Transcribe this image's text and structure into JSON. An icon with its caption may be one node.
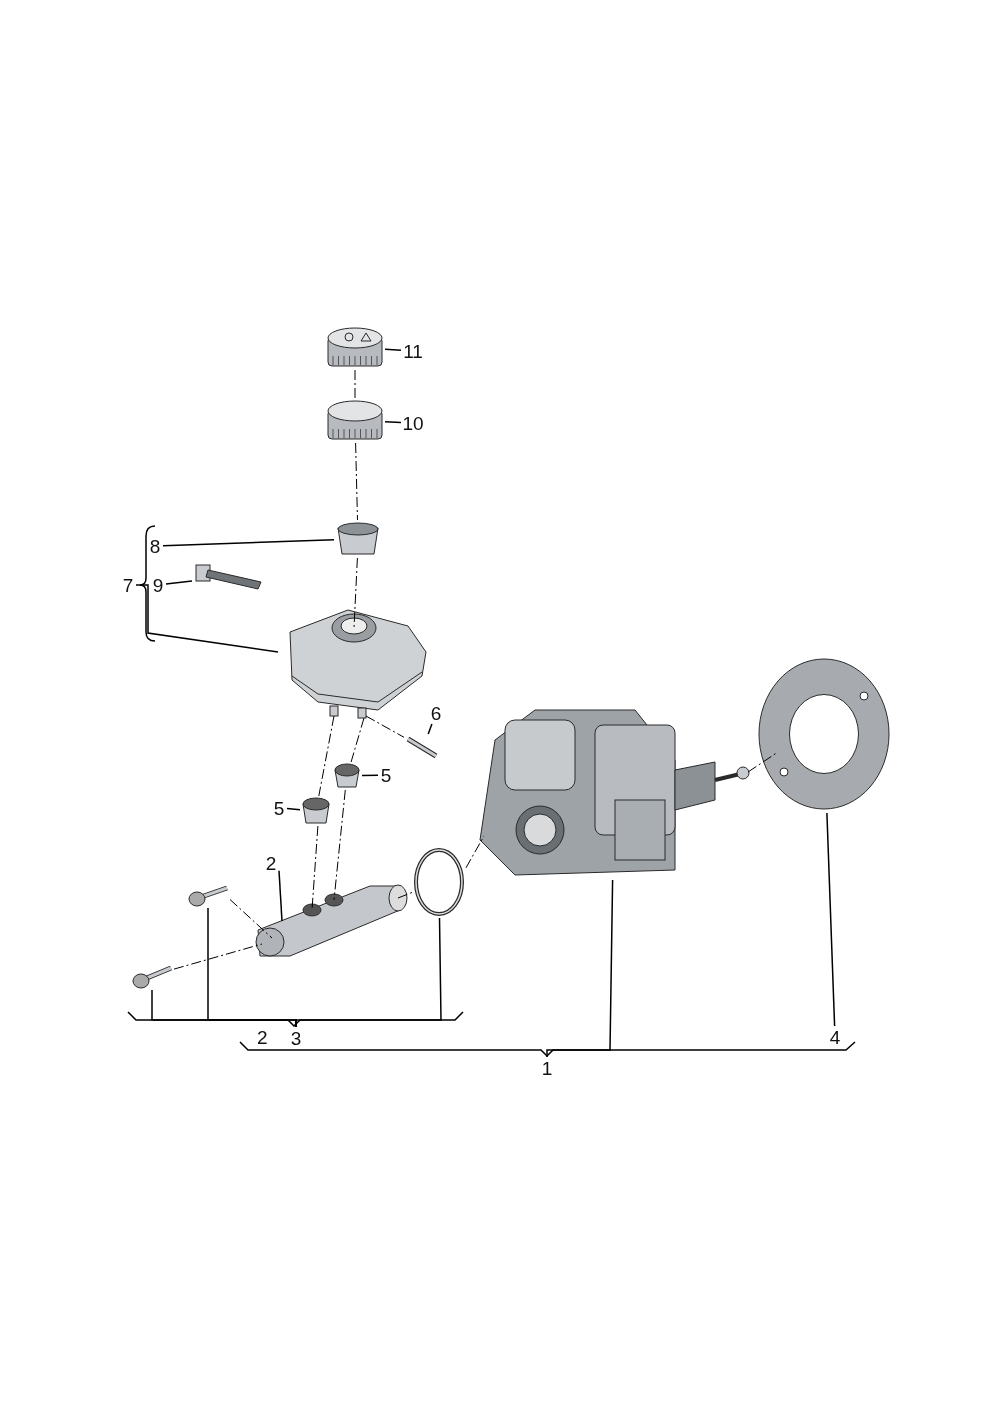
{
  "diagram": {
    "nodes": [
      {
        "text": [
          "11"
        ]
      },
      {
        "text": [],
        "shape": "picture"
      },
      {
        "text": [
          "10"
        ]
      },
      {
        "text": [],
        "shape": "picture"
      },
      {
        "text": [
          "8"
        ]
      },
      {
        "text": [],
        "shape": "cylinder"
      },
      {
        "text": [
          "7"
        ]
      },
      {
        "text": [
          "9"
        ]
      },
      {
        "text": [],
        "shape": "bar"
      },
      {
        "text": [],
        "shape": "picture"
      },
      {
        "text": [
          "6"
        ]
      },
      {
        "text": [],
        "shape": "picture"
      },
      {
        "text": [
          "5"
        ]
      },
      {
        "text": [],
        "shape": "cylinder"
      },
      {
        "text": [
          "5"
        ]
      },
      {
        "text": [],
        "shape": "cylinder"
      },
      {
        "text": [
          "2"
        ]
      },
      {
        "text": [],
        "shape": "picture"
      },
      {
        "text": [],
        "shape": "picture"
      },
      {
        "text": [],
        "shape": "picture"
      },
      {
        "text": [],
        "shape": "circle"
      },
      {
        "text": [],
        "shape": "picture"
      },
      {
        "text": [],
        "shape": "picture"
      },
      {
        "text": [
          "3"
        ]
      },
      {
        "text": [
          "1"
        ]
      },
      {
        "text": [
          "4"
        ]
      }
    ],
    "edges": [
      {
        "from": 0,
        "to": 1,
        "arrow": "none"
      },
      {
        "from": 2,
        "to": 3,
        "arrow": "none"
      },
      {
        "from": 4,
        "to": 5,
        "arrow": "none"
      },
      {
        "from": 6,
        "to": 9,
        "arrow": "none"
      },
      {
        "from": 7,
        "to": 8,
        "arrow": "none"
      },
      {
        "from": 10,
        "to": 11,
        "arrow": "none"
      },
      {
        "from": 12,
        "to": 13,
        "arrow": "none"
      },
      {
        "from": 14,
        "to": 15,
        "arrow": "none"
      },
      {
        "from": 16,
        "to": 17,
        "arrow": "none"
      },
      {
        "from": 23,
        "to": 19,
        "arrow": "none"
      },
      {
        "from": 23,
        "to": 18,
        "arrow": "none"
      },
      {
        "from": 23,
        "to": 20,
        "arrow": "none"
      },
      {
        "from": 24,
        "to": 21,
        "arrow": "none"
      },
      {
        "from": 25,
        "to": 22,
        "arrow": "none"
      },
      {
        "from": 1,
        "to": 3,
        "arrow": "none",
        "style": "dashed"
      },
      {
        "from": 3,
        "to": 5,
        "arrow": "none",
        "style": "dashed"
      },
      {
        "from": 5,
        "to": 9,
        "arrow": "none",
        "style": "dashed"
      },
      {
        "from": 9,
        "to": 11,
        "arrow": "none",
        "style": "dashed"
      },
      {
        "from": 9,
        "to": 13,
        "arrow": "none",
        "style": "dashed"
      },
      {
        "from": 9,
        "to": 15,
        "arrow": "none",
        "style": "dashed"
      },
      {
        "from": 13,
        "to": 17,
        "arrow": "none",
        "style": "dashed"
      },
      {
        "from": 15,
        "to": 17,
        "arrow": "none",
        "style": "dashed"
      },
      {
        "from": 18,
        "to": 17,
        "arrow": "none",
        "style": "dashed"
      },
      {
        "from": 19,
        "to": 17,
        "arrow": "none",
        "style": "dashed"
      },
      {
        "from": 17,
        "to": 20,
        "arrow": "none",
        "style": "dashed"
      },
      {
        "from": 20,
        "to": 21,
        "arrow": "none",
        "style": "dashed"
      },
      {
        "from": 21,
        "to": 22,
        "arrow": "none",
        "style": "dashed"
      }
    ],
    "labels": [
      "2"
    ]
  }
}
